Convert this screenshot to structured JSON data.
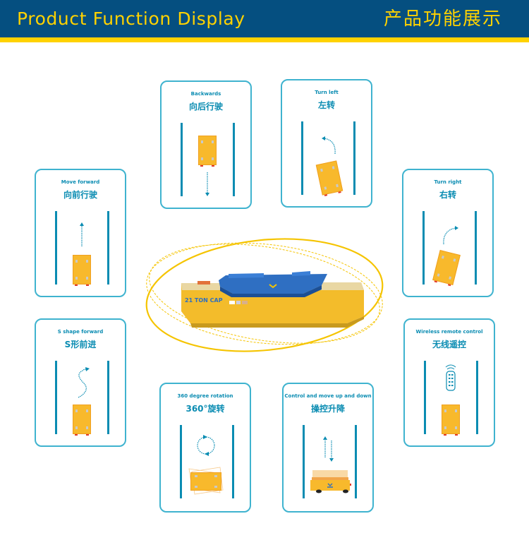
{
  "header": {
    "title_en": "Product Function Display",
    "title_cn": "产品功能展示",
    "background": "#054F80",
    "accent": "#FFD200"
  },
  "center": {
    "product_label": "21 TON CAP"
  },
  "cards": [
    {
      "id": "backwards",
      "label_en": "Backwards",
      "label_cn": "向后行驶",
      "icon": "arrow-down-icon"
    },
    {
      "id": "turn-left",
      "label_en": "Turn left",
      "label_cn": "左转",
      "icon": "curved-arrow-left-icon"
    },
    {
      "id": "move-forward",
      "label_en": "Move forward",
      "label_cn": "向前行驶",
      "icon": "arrow-up-icon"
    },
    {
      "id": "turn-right",
      "label_en": "Turn right",
      "label_cn": "右转",
      "icon": "curved-arrow-right-icon"
    },
    {
      "id": "s-shape",
      "label_en": "S shape forward",
      "label_cn": "S形前进",
      "icon": "s-curve-arrow-icon"
    },
    {
      "id": "wireless",
      "label_en": "Wireless remote control",
      "label_cn": "无线遥控",
      "icon": "remote-control-icon"
    },
    {
      "id": "rotation",
      "label_en": "360 degree rotation",
      "label_cn": "360°旋转",
      "icon": "rotate-icon"
    },
    {
      "id": "lift",
      "label_en": "Control and move up and down",
      "label_cn": "操控升降",
      "icon": "up-down-arrows-icon"
    }
  ],
  "colors": {
    "card_border": "#3FB3CF",
    "text_teal": "#0A8CB2",
    "cart_yellow": "#F8B92C",
    "table_blue": "#2D6FC0"
  }
}
